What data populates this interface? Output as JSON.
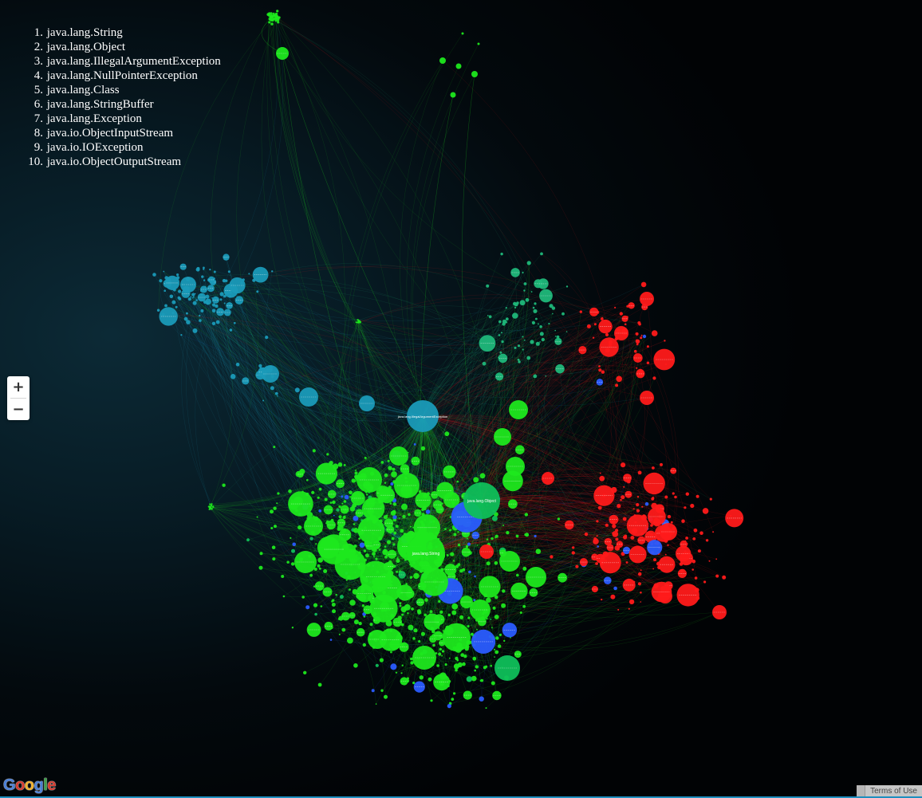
{
  "rank_list": [
    {
      "num": "1.",
      "name": "java.lang.String"
    },
    {
      "num": "2.",
      "name": "java.lang.Object"
    },
    {
      "num": "3.",
      "name": "java.lang.IllegalArgumentException"
    },
    {
      "num": "4.",
      "name": "java.lang.NullPointerException"
    },
    {
      "num": "5.",
      "name": "java.lang.Class"
    },
    {
      "num": "6.",
      "name": "java.lang.StringBuffer"
    },
    {
      "num": "7.",
      "name": "java.lang.Exception"
    },
    {
      "num": "8.",
      "name": "java.io.ObjectInputStream"
    },
    {
      "num": "9.",
      "name": "java.io.IOException"
    },
    {
      "num": "10.",
      "name": "java.io.ObjectOutputStream"
    }
  ],
  "zoom": {
    "in_label": "+",
    "out_label": "−"
  },
  "node_labels": {
    "string": "java.lang.String",
    "object": "java.lang.Object",
    "illegal_arg": "java.lang.IllegalArgumentException"
  },
  "footer": {
    "logo_letters": [
      "G",
      "o",
      "o",
      "g",
      "l",
      "e"
    ],
    "terms_label": "Terms of Use"
  },
  "colors": {
    "green_cluster": "#1ee81e",
    "teal_cluster": "#1a9ab8",
    "red_cluster": "#ff1a1a",
    "aqua_cluster": "#1fb87a",
    "blue_nodes": "#2a5cff",
    "object_node": "#0fbf5a"
  },
  "icons": {
    "zoom_in": "plus-icon",
    "zoom_out": "minus-icon"
  }
}
